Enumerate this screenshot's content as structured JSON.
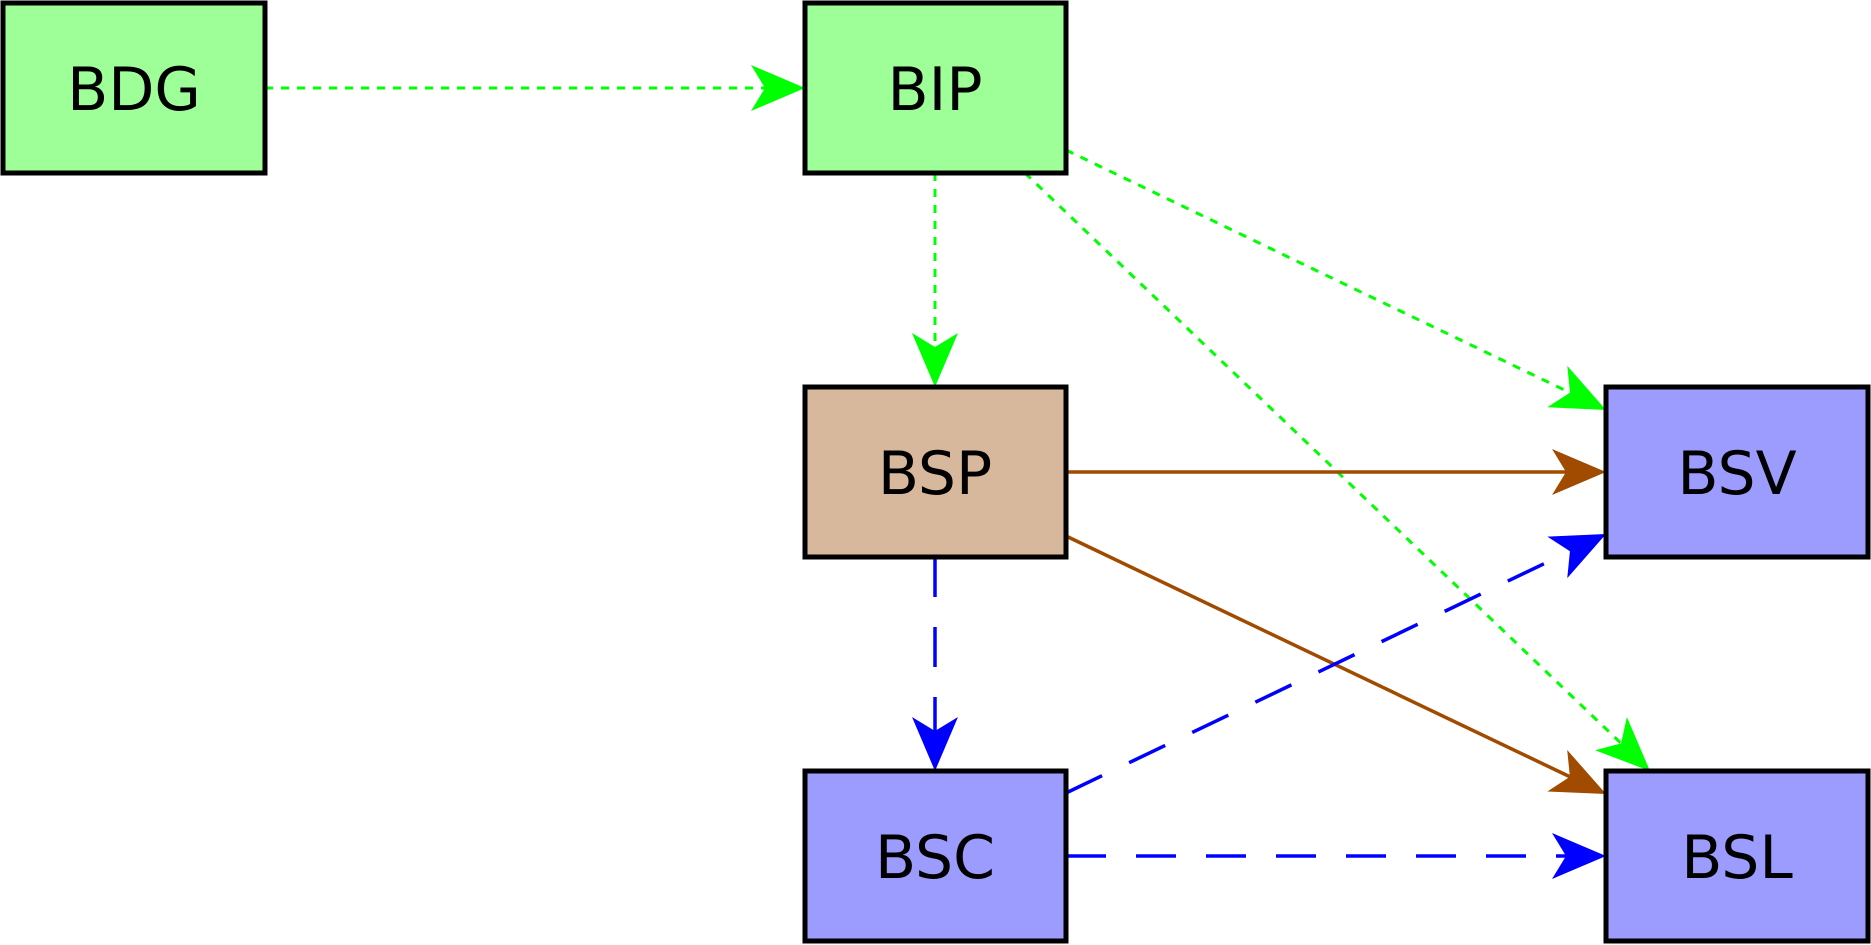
{
  "nodes": [
    {
      "id": "BDG",
      "label": "BDG",
      "fill": "#9eff98"
    },
    {
      "id": "BIP",
      "label": "BIP",
      "fill": "#9eff98"
    },
    {
      "id": "BSP",
      "label": "BSP",
      "fill": "#d8b89c"
    },
    {
      "id": "BSV",
      "label": "BSV",
      "fill": "#9c9cff"
    },
    {
      "id": "BSC",
      "label": "BSC",
      "fill": "#9c9cff"
    },
    {
      "id": "BSL",
      "label": "BSL",
      "fill": "#9c9cff"
    }
  ],
  "edges": [
    {
      "from": "BDG",
      "to": "BIP",
      "style": "dotted",
      "color": "#00ff00"
    },
    {
      "from": "BIP",
      "to": "BSP",
      "style": "dotted",
      "color": "#00ff00"
    },
    {
      "from": "BIP",
      "to": "BSV",
      "style": "dotted",
      "color": "#00ff00"
    },
    {
      "from": "BIP",
      "to": "BSL",
      "style": "dotted",
      "color": "#00ff00"
    },
    {
      "from": "BSP",
      "to": "BSV",
      "style": "solid",
      "color": "#a04b00"
    },
    {
      "from": "BSP",
      "to": "BSL",
      "style": "solid",
      "color": "#a04b00"
    },
    {
      "from": "BSP",
      "to": "BSC",
      "style": "dashed",
      "color": "#0000ff"
    },
    {
      "from": "BSC",
      "to": "BSV",
      "style": "dashed",
      "color": "#0000ff"
    },
    {
      "from": "BSC",
      "to": "BSL",
      "style": "dashed",
      "color": "#0000ff"
    }
  ]
}
